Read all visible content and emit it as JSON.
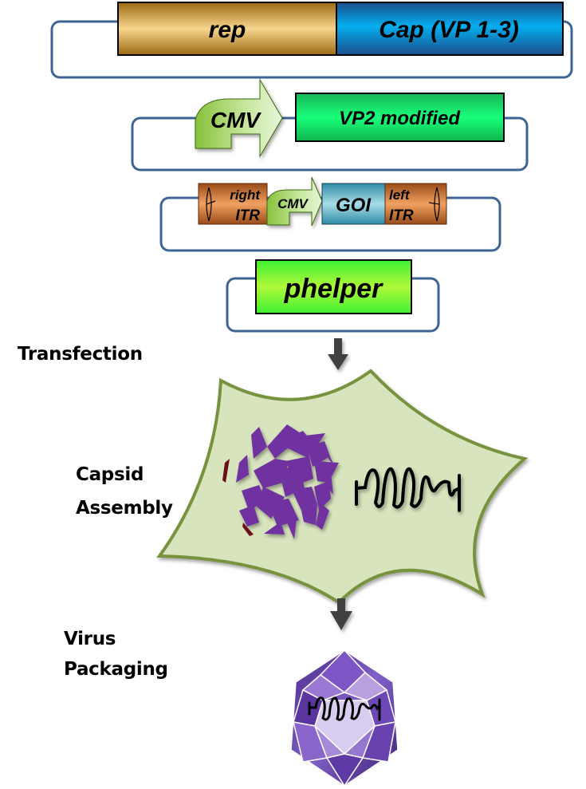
{
  "plasmids": [
    {
      "name": "rep-cap",
      "genes": [
        {
          "label": "rep",
          "color": "#d9a94c"
        },
        {
          "label": "Cap (VP 1-3)",
          "color": "#0a88cf"
        }
      ]
    },
    {
      "name": "vp2",
      "promoter": "CMV",
      "genes": [
        {
          "label": "VP2 modified",
          "color": "#19e070"
        }
      ]
    },
    {
      "name": "transfer",
      "right_itr_line1": "right",
      "right_itr_line2": "ITR",
      "promoter": "CMV",
      "goi": "GOI",
      "left_itr_line1": "left",
      "left_itr_line2": "ITR",
      "itr_color": "#c8682a",
      "goi_color": "#4aa0b8"
    },
    {
      "name": "helper",
      "genes": [
        {
          "label": "phelper",
          "color": "#6af03a"
        }
      ]
    }
  ],
  "steps": {
    "transfection": "Transfection",
    "capsid_line1": "Capsid",
    "capsid_line2": "Assembly",
    "virus_line1": "Virus",
    "virus_line2": "Packaging"
  },
  "colors": {
    "backbone": "#3e6494",
    "cell_fill": "#d7e4bd",
    "cell_stroke": "#77933c",
    "capsid_purple": "#7030a0",
    "arrow": "#404040"
  }
}
